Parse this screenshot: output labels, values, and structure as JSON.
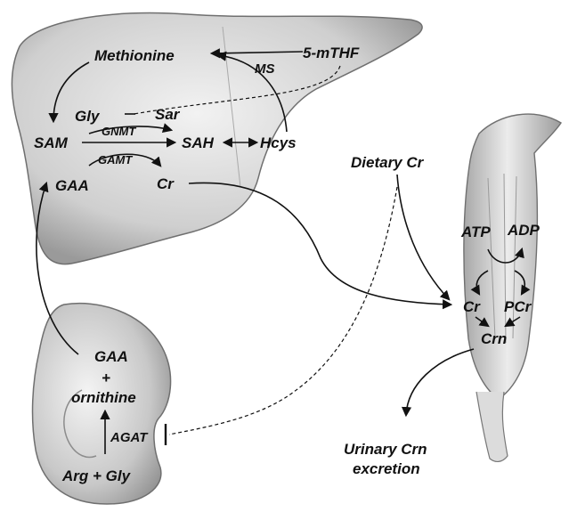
{
  "labels": {
    "methionine": "Methionine",
    "mthf": "5-mTHF",
    "ms": "MS",
    "gly_liver": "Gly",
    "sar": "Sar",
    "gnmt": "GNMT",
    "sam": "SAM",
    "sah": "SAH",
    "hcys": "Hcys",
    "gamt": "GAMT",
    "gaa_liver": "GAA",
    "cr_liver": "Cr",
    "dietary_cr": "Dietary Cr",
    "atp": "ATP",
    "adp": "ADP",
    "cr_muscle": "Cr",
    "pcr": "PCr",
    "crn": "Crn",
    "urinary_1": "Urinary Crn",
    "urinary_2": "excretion",
    "gaa_kidney": "GAA",
    "plus": "+",
    "ornithine": "ornithine",
    "agat": "AGAT",
    "arg_gly": "Arg + Gly"
  },
  "organs": {
    "liver_icon": "liver",
    "kidney_icon": "kidney",
    "muscle_icon": "muscle"
  }
}
